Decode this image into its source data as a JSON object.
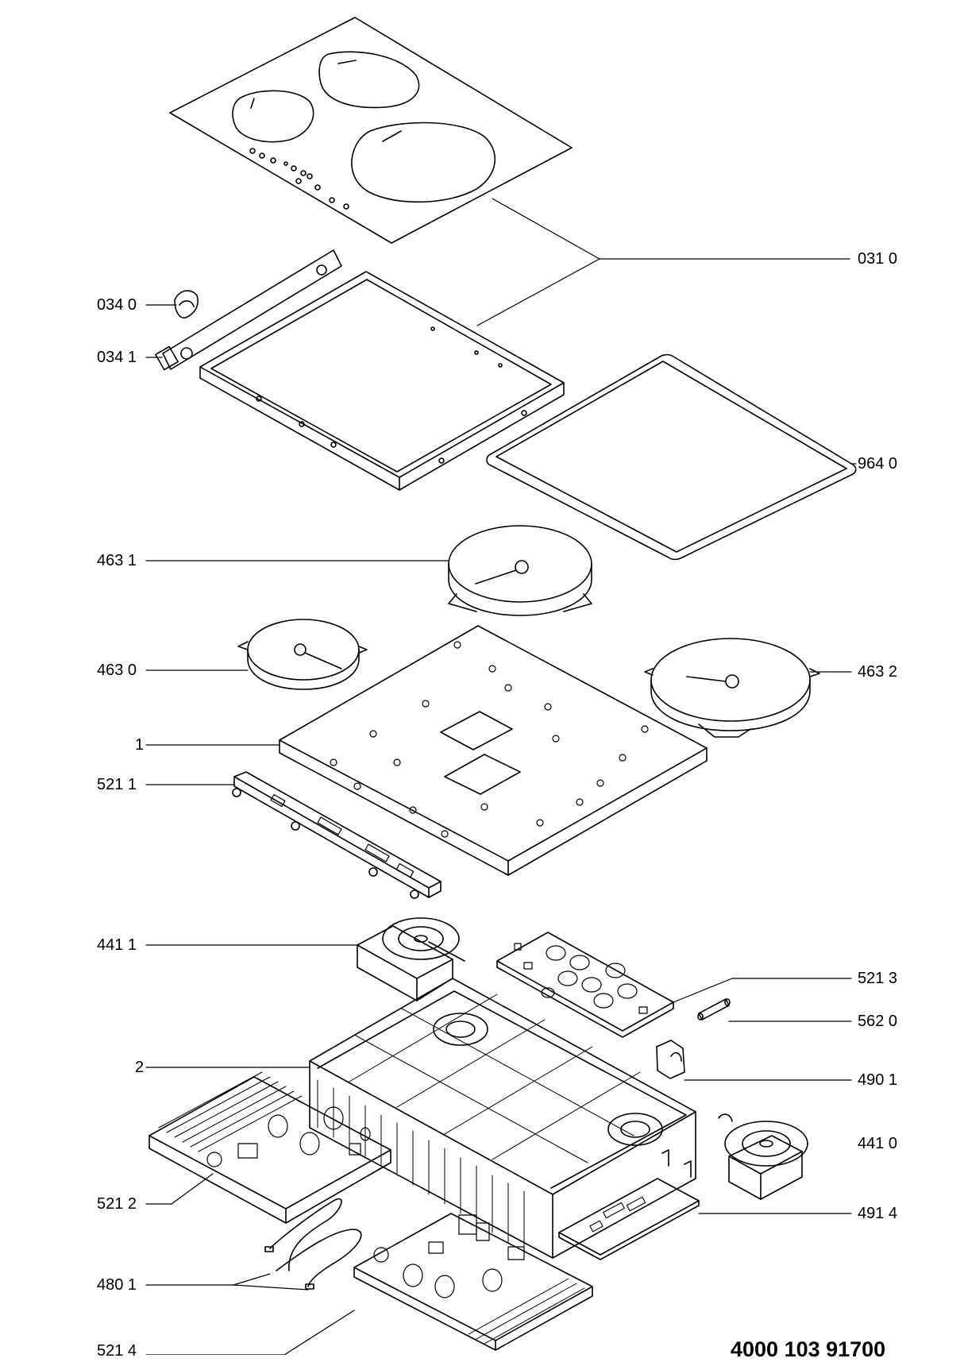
{
  "labels": {
    "p031_0": "031 0",
    "p034_0": "034 0",
    "p034_1": "034 1",
    "p964_0": "964 0",
    "p463_1": "463 1",
    "p463_0": "463 0",
    "p463_2": "463 2",
    "p1": "1",
    "p521_1": "521 1",
    "p441_1": "441 1",
    "p521_3": "521 3",
    "p562_0": "562 0",
    "p2": "2",
    "p490_1": "490 1",
    "p441_0": "441 0",
    "p521_2": "521 2",
    "p491_4": "491 4",
    "p480_1": "480 1",
    "p521_4": "521 4"
  },
  "reference_number": "4000 103 91700"
}
